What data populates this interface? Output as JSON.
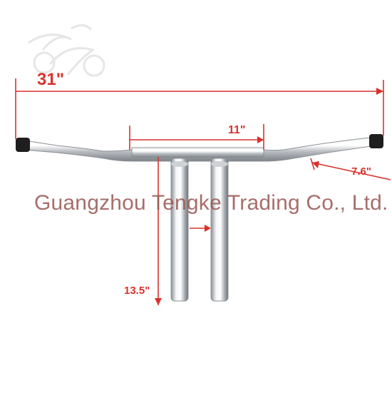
{
  "dimensions": {
    "overall_width": "31\"",
    "center_width": "11\"",
    "grip_length": "7.6\"",
    "riser_height": "13.5\""
  },
  "watermark": {
    "text": "Guangzhou Tengke Trading Co., Ltd."
  },
  "colors": {
    "dimension_red": "#d9322c",
    "chrome": "#c9ccd0",
    "grip_black": "#1e1e1e",
    "watermark": "#9b5a56"
  },
  "icons": {
    "logo": "motorcycle-swoosh-logo-icon"
  }
}
